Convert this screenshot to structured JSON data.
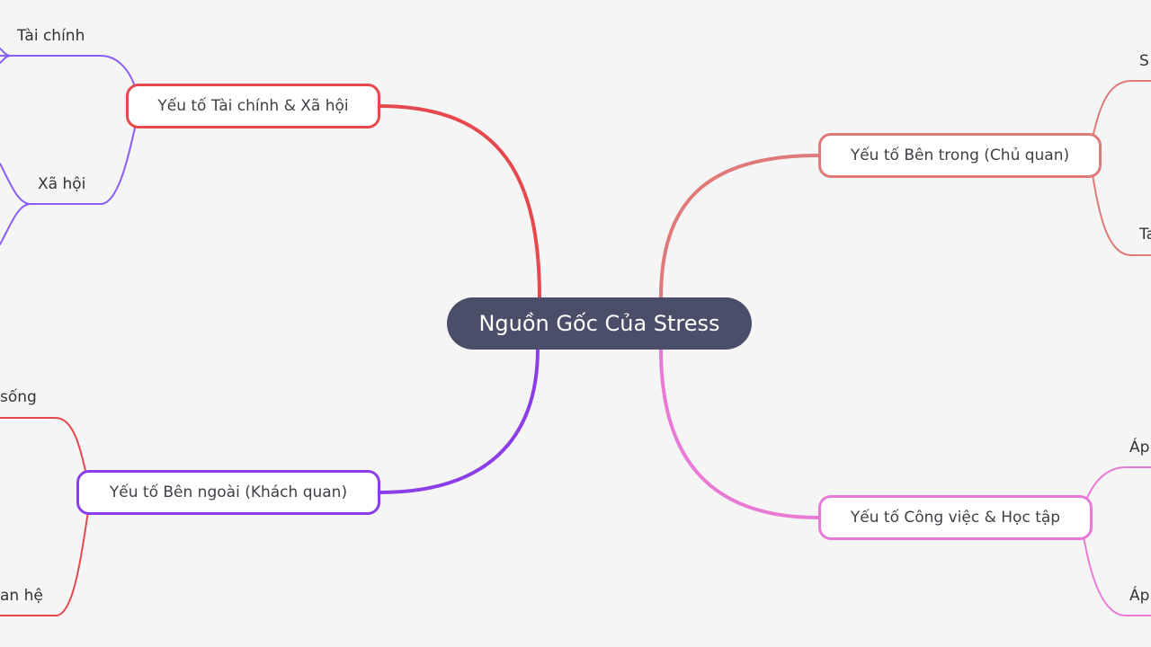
{
  "root": {
    "label": "Nguồn Gốc Của Stress"
  },
  "branches": {
    "finance_social": {
      "label": "Yếu tố Tài chính & Xã hội",
      "color": "#e5484d"
    },
    "internal": {
      "label": "Yếu tố Bên trong (Chủ quan)",
      "color": "#e07a7a"
    },
    "external": {
      "label": "Yếu tố Bên ngoài (Khách quan)",
      "color": "#8b3ee8"
    },
    "work_study": {
      "label": "Yếu tố Công việc & Học tập",
      "color": "#e87ad6"
    }
  },
  "leaves": {
    "tai_chinh": "Tài chính",
    "xa_hoi": "Xã hội",
    "internal_top": "S",
    "internal_bottom": "Ta",
    "external_top": "sống",
    "external_bottom": "an hệ",
    "work_top": "Áp",
    "work_bottom": "Áp"
  }
}
